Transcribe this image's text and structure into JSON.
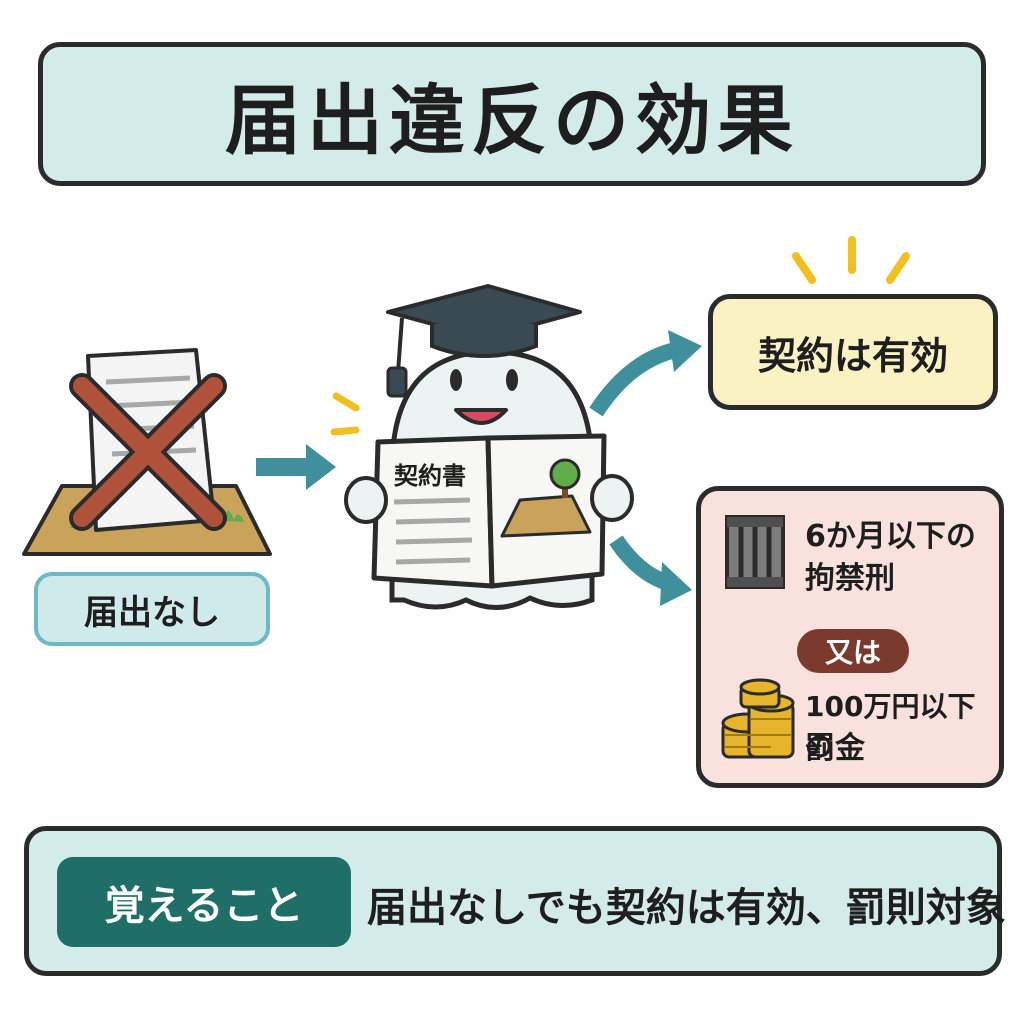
{
  "title": "届出違反の効果",
  "left": {
    "badge": "届出なし"
  },
  "center": {
    "document_label": "契約書"
  },
  "right": {
    "valid": "契約は有効",
    "imprisonment_line1": "6か月以下の",
    "imprisonment_line2": "拘禁刑",
    "or": "又は",
    "fine_line1": "100万円以下の",
    "fine_line2": "罰金"
  },
  "memo": {
    "label": "覚えること",
    "text": "届出なしでも契約は有効、罰則対象"
  },
  "colors": {
    "teal_light": "#d3ecea",
    "teal_dark": "#1f6f68",
    "arrow": "#3f8f9c",
    "cross": "#b0523a",
    "valid_bg": "#fbf2c4",
    "penalty_bg": "#f9e1dd",
    "or_pill": "#7a3b2e"
  }
}
